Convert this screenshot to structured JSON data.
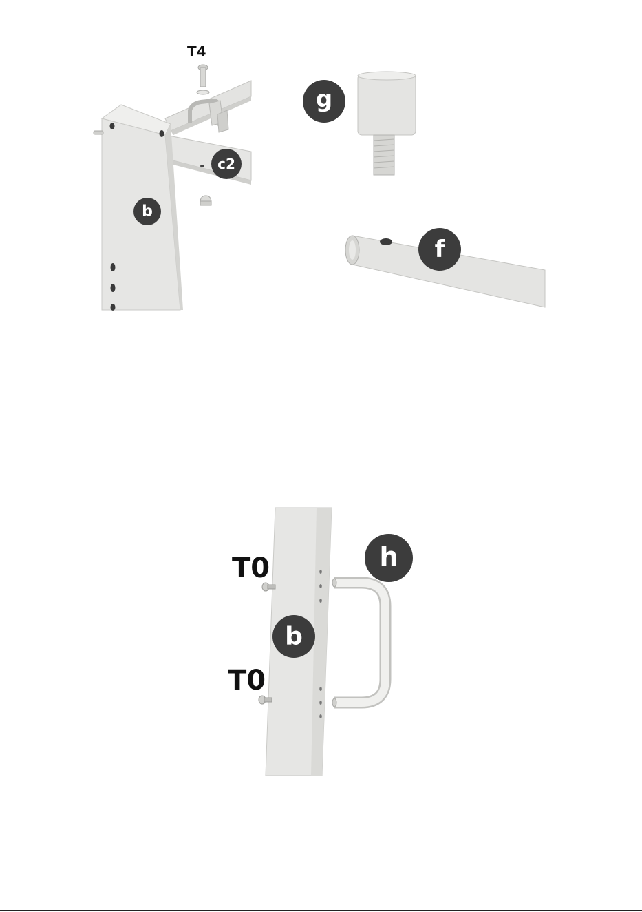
{
  "colors": {
    "background": "#ffffff",
    "metal_light": "#e9e9e7",
    "metal_mid": "#dcdcda",
    "metal_dark": "#c9c9c6",
    "hole": "#3a3a3a",
    "badge": "#3c3c3c",
    "badge_text": "#ffffff",
    "label_text": "#111111"
  },
  "figure_top": {
    "labels": {
      "screw_T4": "T4",
      "upright_b": "b",
      "crossbar_c2": "c2",
      "foot_g": "g",
      "tube_f": "f"
    }
  },
  "figure_bottom": {
    "labels": {
      "screw_T0_upper": "T0",
      "screw_T0_lower": "T0",
      "upright_b": "b",
      "handle_h": "h"
    }
  }
}
